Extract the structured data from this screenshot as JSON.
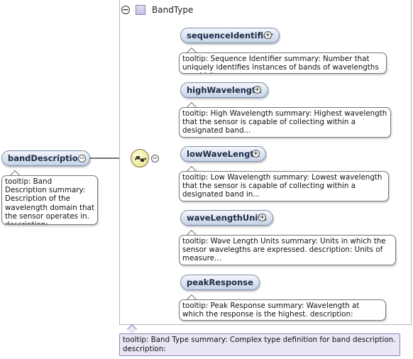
{
  "root": {
    "name": "bandDescription",
    "collapse_symbol": "−",
    "tooltip": "tooltip: Band Description summary: Description of the wavelength domain that the sensor operates in. description:..."
  },
  "type": {
    "name": "BandType",
    "collapse_symbol": "−",
    "tooltip": "tooltip: Band Type summary: Complex type definition for band description. description:"
  },
  "sequence": {
    "collapse_symbol": "−"
  },
  "children": [
    {
      "name": "sequenceIdentifier",
      "expand_symbol": "+",
      "tooltip": "tooltip: Sequence Identifier summary: Number that uniquely identifies instances of bands of wavelengths on which a..."
    },
    {
      "name": "highWavelength",
      "expand_symbol": "+",
      "tooltip": "tooltip: High Wavelength summary: Highest wavelength that the sensor is capable of collecting within a designated band..."
    },
    {
      "name": "lowWaveLength",
      "expand_symbol": "+",
      "tooltip": "tooltip: Low Wavelength summary: Lowest wavelength that the sensor is capable of collecting within a designated band in..."
    },
    {
      "name": "waveLengthUnits",
      "expand_symbol": "+",
      "tooltip": "tooltip: Wave Length Units summary: Units in which the sensor wavelegths are expressed. description: Units of measure..."
    },
    {
      "name": "peakResponse",
      "tooltip": "tooltip: Peak Response summary: Wavelength at which the response is the highest. description:"
    }
  ],
  "colors": {
    "pill_border": "#7c8ea8",
    "type_note_bg": "#e9e7f4",
    "compositor": "#efe79d"
  }
}
